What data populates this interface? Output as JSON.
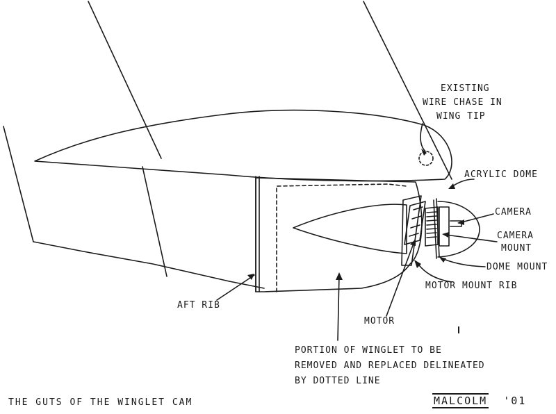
{
  "labels": {
    "wire_chase": [
      "EXISTING",
      "WIRE CHASE IN",
      "WING TIP"
    ],
    "acrylic_dome": "ACRYLIC DOME",
    "camera": "CAMERA",
    "camera_mount": [
      "CAMERA",
      "MOUNT"
    ],
    "dome_mount": "DOME MOUNT",
    "motor_mount_rib": "MOTOR MOUNT  RIB",
    "aft_rib": "AFT RIB",
    "motor": "MOTOR",
    "portion": [
      "PORTION OF WINGLET TO BE",
      "REMOVED AND REPLACED DELINEATED",
      "BY DOTTED LINE"
    ]
  },
  "caption": "THE GUTS OF THE WINGLET CAM",
  "signature": {
    "name": "MALCOLM",
    "year": "'01"
  },
  "colors": {
    "ink": "#1a1a1a",
    "paper": "#ffffff"
  }
}
